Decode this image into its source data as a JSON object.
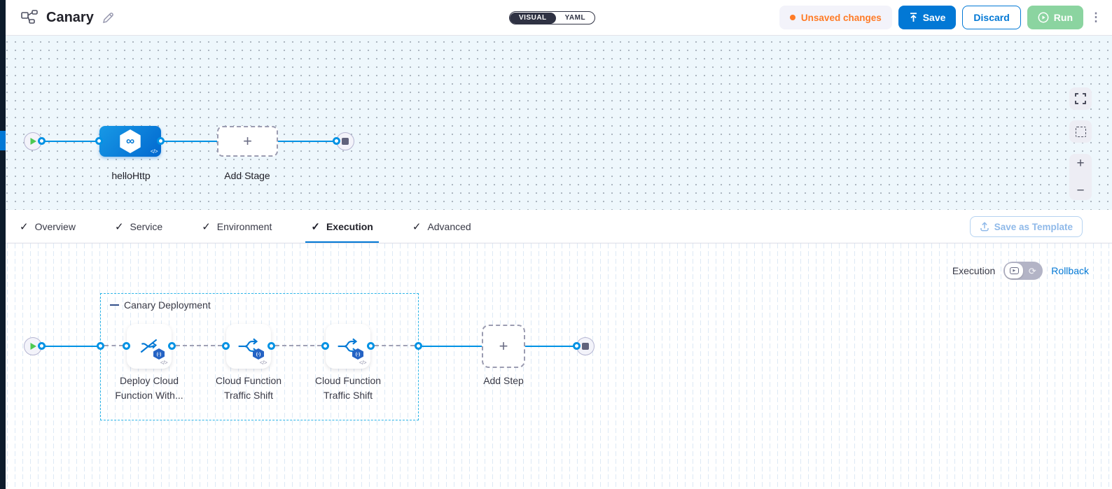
{
  "header": {
    "title": "Canary",
    "mode": {
      "visual": "VISUAL",
      "yaml": "YAML",
      "selected": "VISUAL"
    },
    "unsaved": "Unsaved changes",
    "save": "Save",
    "discard": "Discard",
    "run": "Run"
  },
  "stage_canvas": {
    "stage_label": "helloHttp",
    "add_stage": "Add Stage"
  },
  "tabs": {
    "labels": [
      "Overview",
      "Service",
      "Environment",
      "Execution",
      "Advanced"
    ],
    "active": "Execution",
    "save_as_template": "Save as Template"
  },
  "execution": {
    "mode_label": "Execution",
    "rollback": "Rollback",
    "group_label": "Canary Deployment",
    "steps": [
      "Deploy Cloud Function With...",
      "Cloud Function Traffic Shift",
      "Cloud Function Traffic Shift"
    ],
    "add_step": "Add Step"
  },
  "icons": {
    "check": "✓",
    "plus": "+",
    "minus": "−",
    "kebab": "⋮",
    "code": "</>",
    "infinity": "∞",
    "play": "▶",
    "rollback": "⟳",
    "fn_badge": "(-)"
  },
  "colors": {
    "accent": "#0278d5",
    "connector": "#0092e4",
    "unsaved_orange": "#ff7b26",
    "run_green": "#8bd4a0",
    "play_green": "#4dc952",
    "group_border": "#2cb5e8"
  }
}
